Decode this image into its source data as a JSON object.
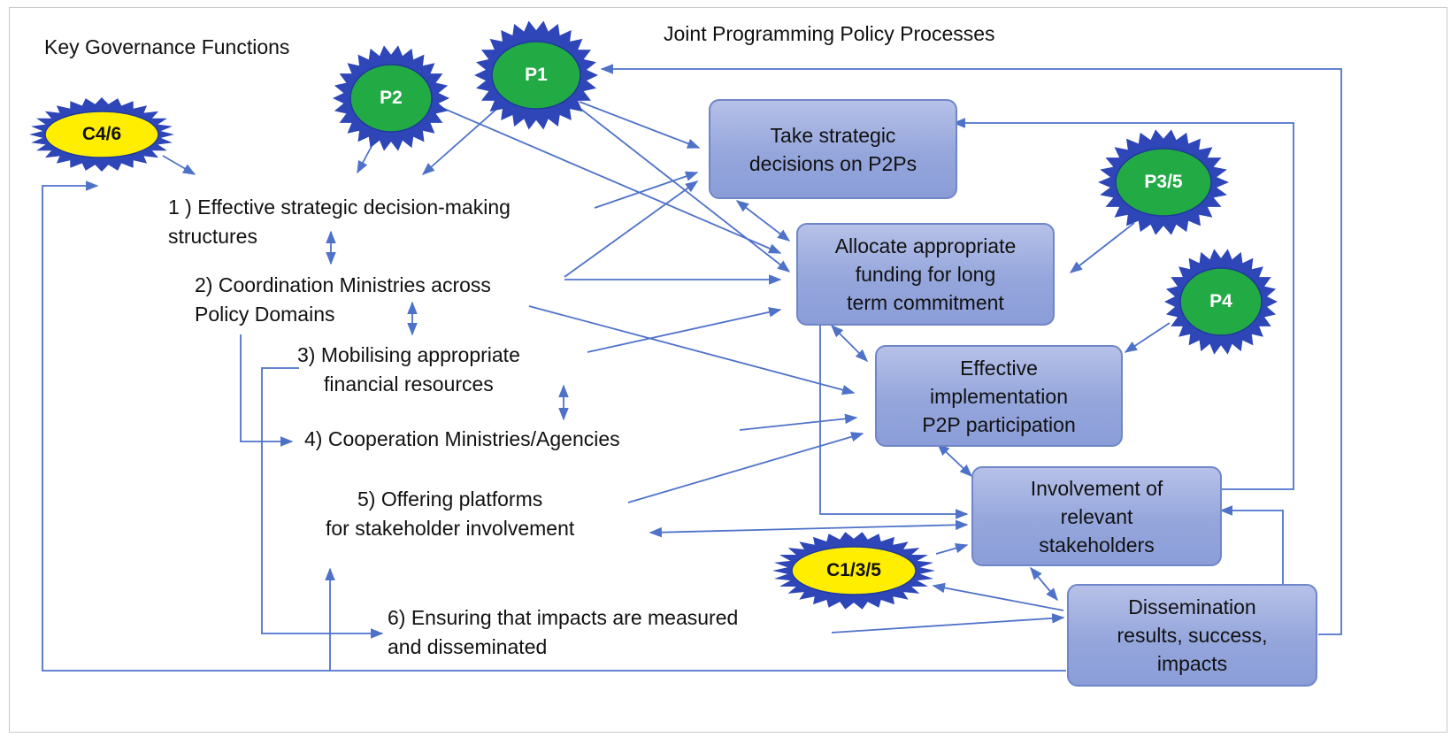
{
  "left_title": "Key Governance Functions",
  "right_title": "Joint Programming Policy Processes",
  "functions": [
    {
      "line1": "1 ) Effective strategic decision-making",
      "line2": "structures"
    },
    {
      "line1": "2) Coordination Ministries across",
      "line2": "Policy Domains"
    },
    {
      "line1": "3) Mobilising appropriate",
      "line2": "financial resources"
    },
    {
      "line1": "4) Cooperation Ministries/Agencies",
      "line2": ""
    },
    {
      "line1": "5) Offering platforms",
      "line2": "for stakeholder involvement"
    },
    {
      "line1": "6) Ensuring that impacts are measured",
      "line2": "and disseminated"
    }
  ],
  "processes": [
    "Take strategic\ndecisions on P2Ps",
    "Allocate appropriate\nfunding for long\nterm commitment",
    "Effective\nimplementation\nP2P participation",
    "Involvement of\nrelevant\nstakeholders",
    "Dissemination\nresults, success,\nimpacts"
  ],
  "badges": [
    {
      "label": "P1",
      "color": "#22aa44"
    },
    {
      "label": "P2",
      "color": "#22aa44"
    },
    {
      "label": "P3/5",
      "color": "#22aa44"
    },
    {
      "label": "P4",
      "color": "#22aa44"
    },
    {
      "label": "C4/6",
      "color": "#ffee00"
    },
    {
      "label": "C1/3/5",
      "color": "#ffee00"
    }
  ],
  "colors": {
    "arrow": "#4f72c9",
    "badge_burst": "#2e46b8",
    "box_border": "#6f86c8"
  }
}
